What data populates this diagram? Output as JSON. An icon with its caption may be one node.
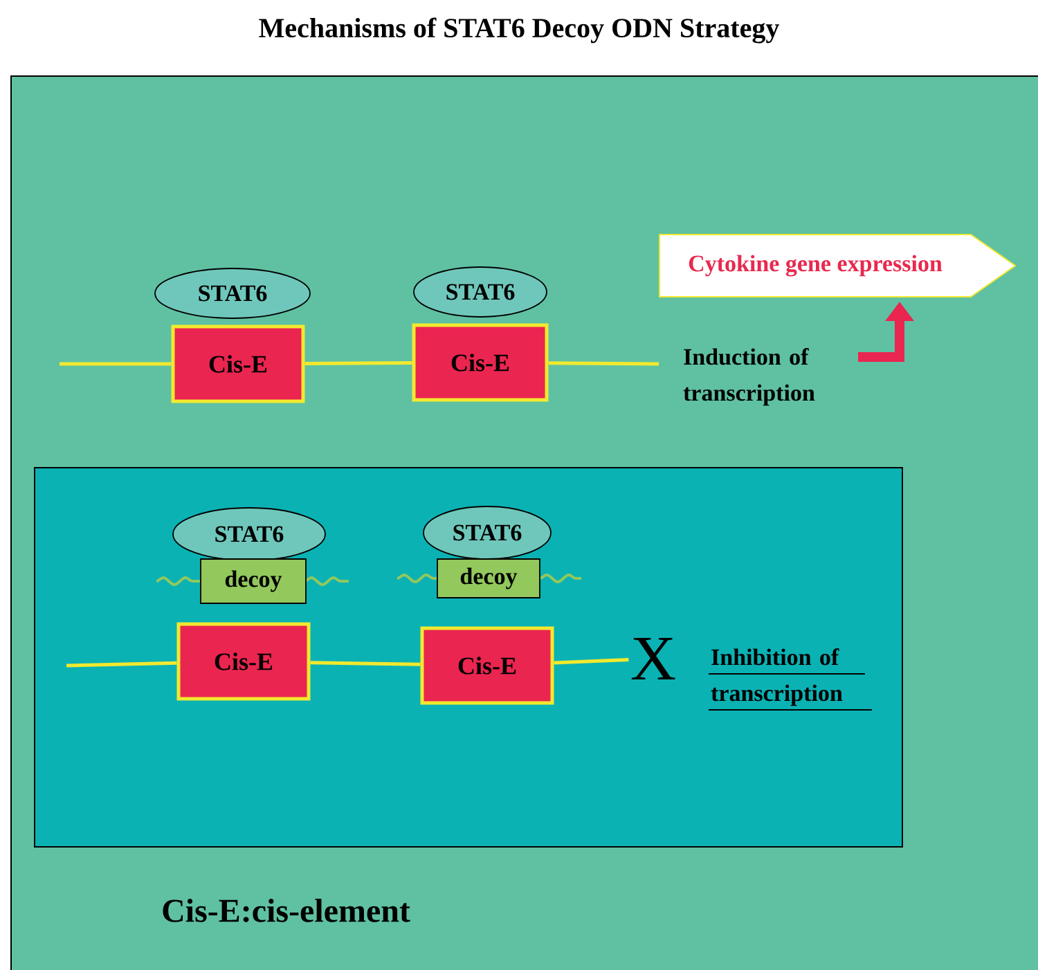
{
  "diagram": {
    "title": "Mechanisms of STAT6 Decoy ODN Strategy",
    "nodes": [
      {
        "text": [
          "Cis-E:cis-element"
        ]
      },
      {
        "text": [
          "STAT6"
        ],
        "in": 0
      },
      {
        "text": [
          "Cis-E"
        ],
        "in": 0
      },
      {
        "text": [
          "STAT6"
        ],
        "in": 0
      },
      {
        "text": [
          "Cis-E"
        ],
        "in": 0
      },
      {
        "text": [
          "Cytokine gene expression"
        ],
        "in": 0
      },
      {
        "text": [],
        "shape": "box",
        "in": 0
      },
      {
        "text": [
          "STAT6"
        ],
        "in": 6
      },
      {
        "text": [
          "decoy"
        ],
        "in": 6
      },
      {
        "text": [
          "Cis-E"
        ],
        "in": 6
      },
      {
        "text": [
          "STAT6"
        ],
        "in": 6
      },
      {
        "text": [
          "decoy"
        ],
        "in": 6
      },
      {
        "text": [
          "Cis-E"
        ],
        "in": 6
      },
      {
        "text": [
          "X"
        ],
        "in": 6
      }
    ],
    "edges": [
      {
        "from": null,
        "to": 2,
        "arrow": "none"
      },
      {
        "from": 2,
        "to": 4,
        "arrow": "none"
      },
      {
        "from": 4,
        "to": null,
        "arrow": "none"
      },
      {
        "from": null,
        "to": 9,
        "arrow": "none"
      },
      {
        "from": 9,
        "to": 12,
        "arrow": "none"
      },
      {
        "from": 12,
        "to": 13,
        "arrow": "none"
      },
      {
        "from": null,
        "to": 5,
        "arrow": "to",
        "style": "thick",
        "color": "#ea2550"
      }
    ],
    "labels": [
      "Induction of transcription",
      "Inhibition of transcription"
    ]
  }
}
